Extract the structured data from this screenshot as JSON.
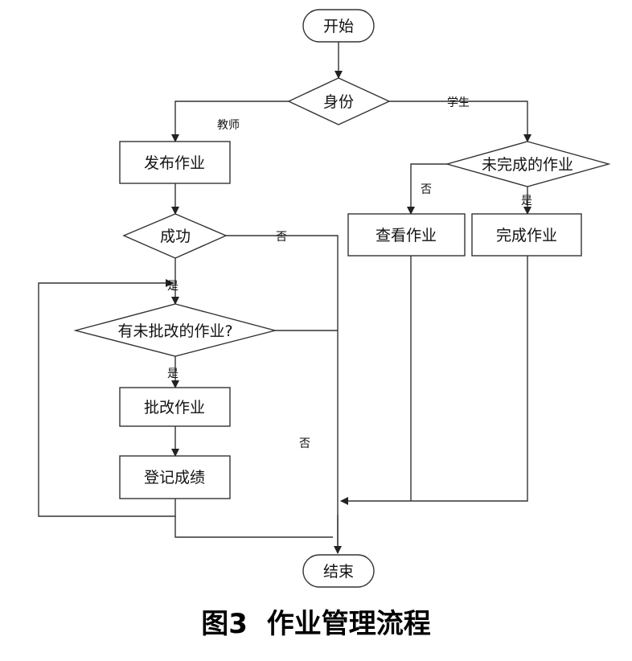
{
  "nodes": {
    "start": "开始",
    "identity": "身份",
    "publish": "发布作业",
    "success": "成功",
    "has_ungraded": "有未批改的作业?",
    "grade": "批改作业",
    "record": "登记成绩",
    "unfinished": "未完成的作业",
    "view": "查看作业",
    "complete": "完成作业",
    "end": "结束"
  },
  "edges": {
    "teacher": "教师",
    "student": "学生",
    "no_success": "否",
    "yes_success": "是",
    "yes_ungraded": "是",
    "no_ungraded": "否",
    "no_unfinished": "否",
    "yes_unfinished": "是"
  },
  "caption": {
    "figure": "图3",
    "title": "作业管理流程"
  }
}
